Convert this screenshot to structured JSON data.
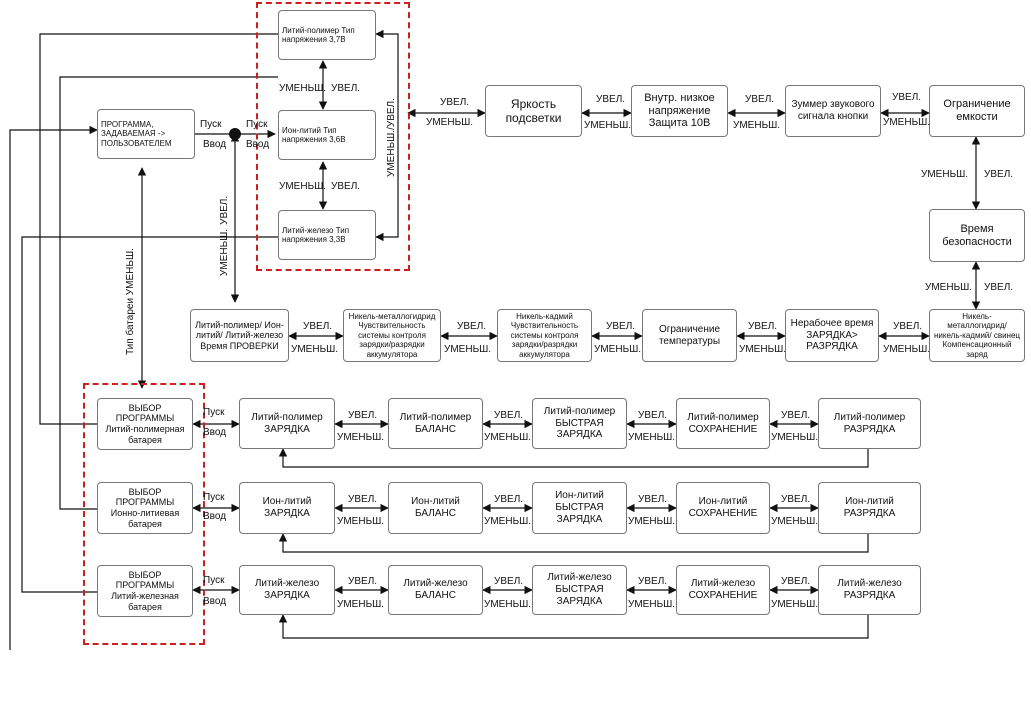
{
  "boxes": {
    "user_program": "ПРОГРАММА, ЗАДАВАЕМАЯ -> ПОЛЬЗОВАТЕЛЕМ",
    "lipo_type": "Литий-полимер Тип напряжения 3,7В",
    "liion_type": "Ион-литий Тип напряжения 3,6В",
    "life_type": "Литий-железо Тип напряжения 3,3В",
    "backlight": "Яркость подсветки",
    "low_voltage": "Внутр. низкое напряжение Защита 10В",
    "buzzer": "Зуммер звукового сигнала кнопки",
    "capacity_limit": "Ограничение емкости",
    "safety_time": "Время безопасности",
    "nicd_comp": "Никель-металлогидрид/ никель-кадмий/ свинец Компенсационный заряд",
    "idle_time": "Нерабочее время ЗАРЯДКА> РАЗРЯДКА",
    "temp_limit": "Ограничение температуры",
    "nicd_sens": "Никель-кадмий Чувствительность системы контроля зарядки/разрядки аккумулятора",
    "nimh_sens": "Никель-металлогидрид Чувствительность системы контроля зарядки/разрядки аккумулятора",
    "check_time": "Литий-полимер/ Ион-литий/ Литий-железо Время ПРОВЕРКИ",
    "sel_lipo": "ВЫБОР ПРОГРАММЫ Литий-полимерная батарея",
    "sel_liion": "ВЫБОР ПРОГРАММЫ Ионно-литиевая батарея",
    "sel_life": "ВЫБОР ПРОГРАММЫ Литий-железная батарея",
    "lipo_charge": "Литий-полимер ЗАРЯДКА",
    "lipo_balance": "Литий-полимер БАЛАНС",
    "lipo_fast": "Литий-полимер БЫСТРАЯ ЗАРЯДКА",
    "lipo_storage": "Литий-полимер СОХРАНЕНИЕ",
    "lipo_discharge": "Литий-полимер РАЗРЯДКА",
    "liion_charge": "Ион-литий ЗАРЯДКА",
    "liion_balance": "Ион-литий БАЛАНС",
    "liion_fast": "Ион-литий БЫСТРАЯ ЗАРЯДКА",
    "liion_storage": "Ион-литий СОХРАНЕНИЕ",
    "liion_discharge": "Ион-литий РАЗРЯДКА",
    "life_charge": "Литий-железо ЗАРЯДКА",
    "life_balance": "Литий-железо БАЛАНС",
    "life_fast": "Литий-железо БЫСТРАЯ ЗАРЯДКА",
    "life_storage": "Литий-железо СОХРАНЕНИЕ",
    "life_discharge": "Литий-железо РАЗРЯДКА"
  },
  "labels": {
    "inc": "УВЕЛ.",
    "dec": "УМЕНЬШ.",
    "start": "Пуск",
    "enter": "Ввод",
    "dec_inc_vertical": "УМЕНЬШ./УВЕЛ.",
    "battery_type_dec": "Тип батареи  УМЕНЬШ."
  },
  "colors": {
    "dashed_outline": "#cc1f1f",
    "box_border": "#777777",
    "wire": "#111111"
  }
}
